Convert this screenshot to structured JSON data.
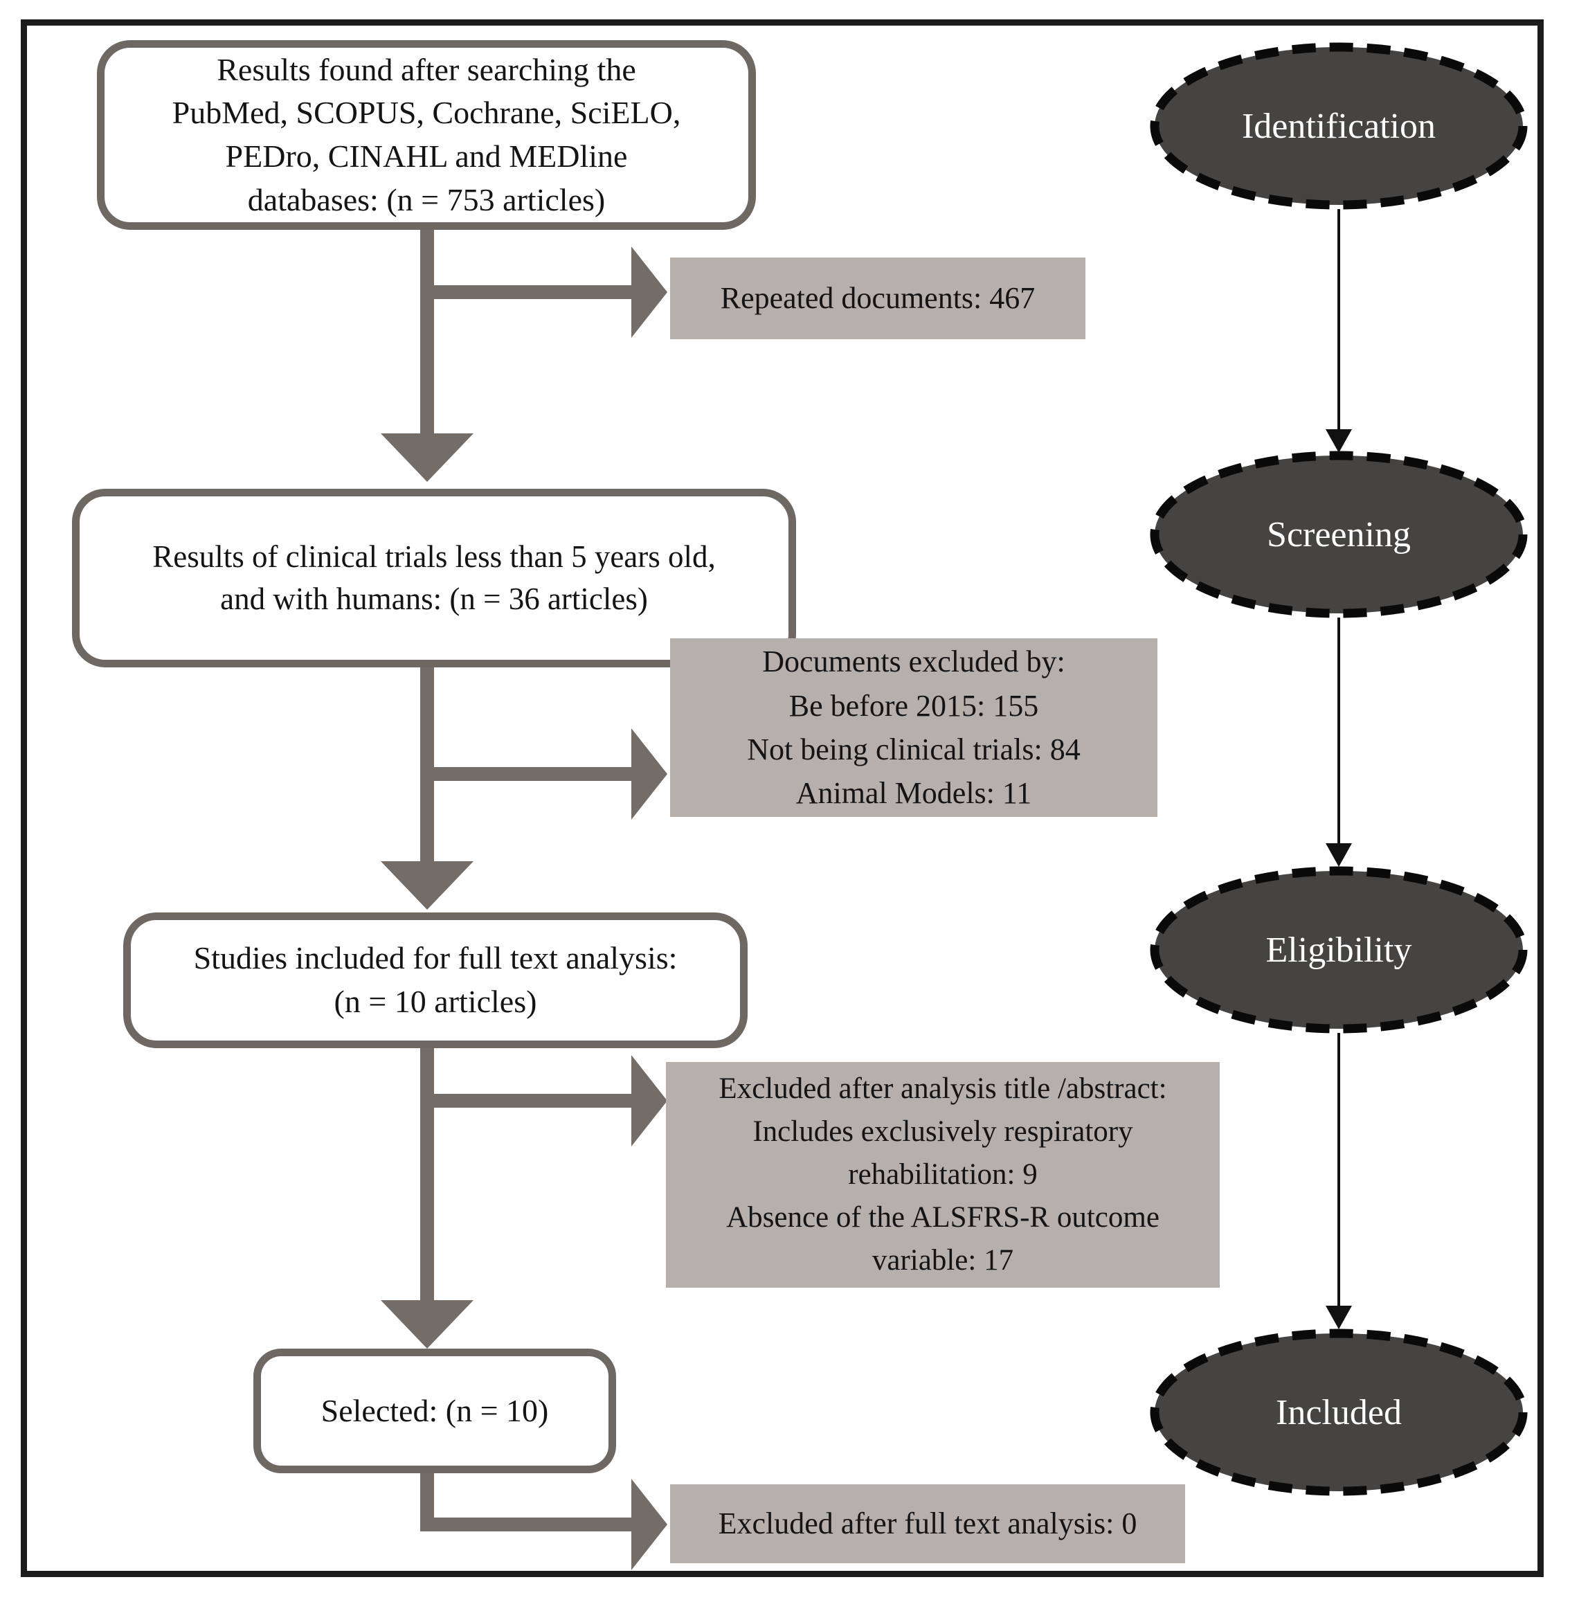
{
  "diagram": {
    "type": "prisma-flowchart",
    "flow_boxes": [
      {
        "name": "search-results",
        "lines": [
          "Results found after searching the",
          "PubMed, SCOPUS, Cochrane, SciELO,",
          "PEDro, CINAHL and MEDline",
          "databases: (n = 753 articles)"
        ]
      },
      {
        "name": "screened-results",
        "lines": [
          "Results of clinical trials less than 5 years old,",
          "and with humans: (n = 36 articles)"
        ]
      },
      {
        "name": "full-text-analysis",
        "lines": [
          "Studies included for full text analysis:",
          "(n = 10 articles)"
        ]
      },
      {
        "name": "selected",
        "lines": [
          "Selected: (n = 10)"
        ]
      }
    ],
    "exclusion_boxes": [
      {
        "name": "repeated-documents",
        "lines": [
          "Repeated documents: 467"
        ]
      },
      {
        "name": "screening-exclusions",
        "lines": [
          "Documents excluded by:",
          "Be before 2015: 155",
          "Not being clinical trials: 84",
          "Animal Models: 11"
        ]
      },
      {
        "name": "title-abstract-exclusions",
        "lines": [
          "Excluded after analysis title /abstract:",
          "Includes exclusively respiratory",
          "rehabilitation: 9",
          "Absence of the ALSFRS-R outcome",
          "variable: 17"
        ]
      },
      {
        "name": "full-text-exclusions",
        "lines": [
          "Excluded after full text analysis: 0"
        ]
      }
    ],
    "stages": [
      {
        "label": "Identification"
      },
      {
        "label": "Screening"
      },
      {
        "label": "Eligibility"
      },
      {
        "label": "Included"
      }
    ],
    "colors": {
      "flow_box_border": "#6e6862",
      "arrow_gray": "#746d67",
      "exclusion_bg": "#b6b0ac",
      "stage_ellipse_bg": "#454443",
      "stage_ellipse_border": "#0a0a0a",
      "stage_text": "#ffffff",
      "frame_border": "#1c1c1c",
      "text": "#141414",
      "thin_arrow": "#111111"
    }
  }
}
